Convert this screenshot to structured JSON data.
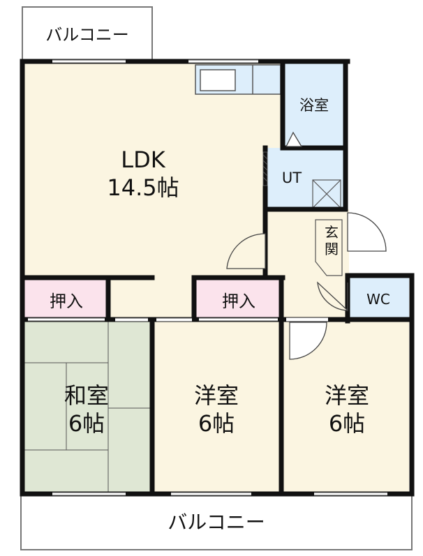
{
  "colors": {
    "ldk": "#fbf5e1",
    "bath": "#ddeefb",
    "closet": "#fbe3ec",
    "tatami": "#dfe7d4",
    "room": "#fbf5e1",
    "wall": "#111111",
    "outline": "#777777"
  },
  "labels": {
    "balcony_top": "バルコニー",
    "ldk_name": "LDK",
    "ldk_size": "14.5帖",
    "bathroom": "浴室",
    "ut": "UT",
    "entrance": "玄関",
    "wc": "WC",
    "closet_left": "押入",
    "closet_mid": "押入",
    "washitsu_name": "和室",
    "washitsu_size": "6帖",
    "youshitsu1_name": "洋室",
    "youshitsu1_size": "6帖",
    "youshitsu2_name": "洋室",
    "youshitsu2_size": "6帖",
    "balcony_bottom": "バルコニー"
  }
}
